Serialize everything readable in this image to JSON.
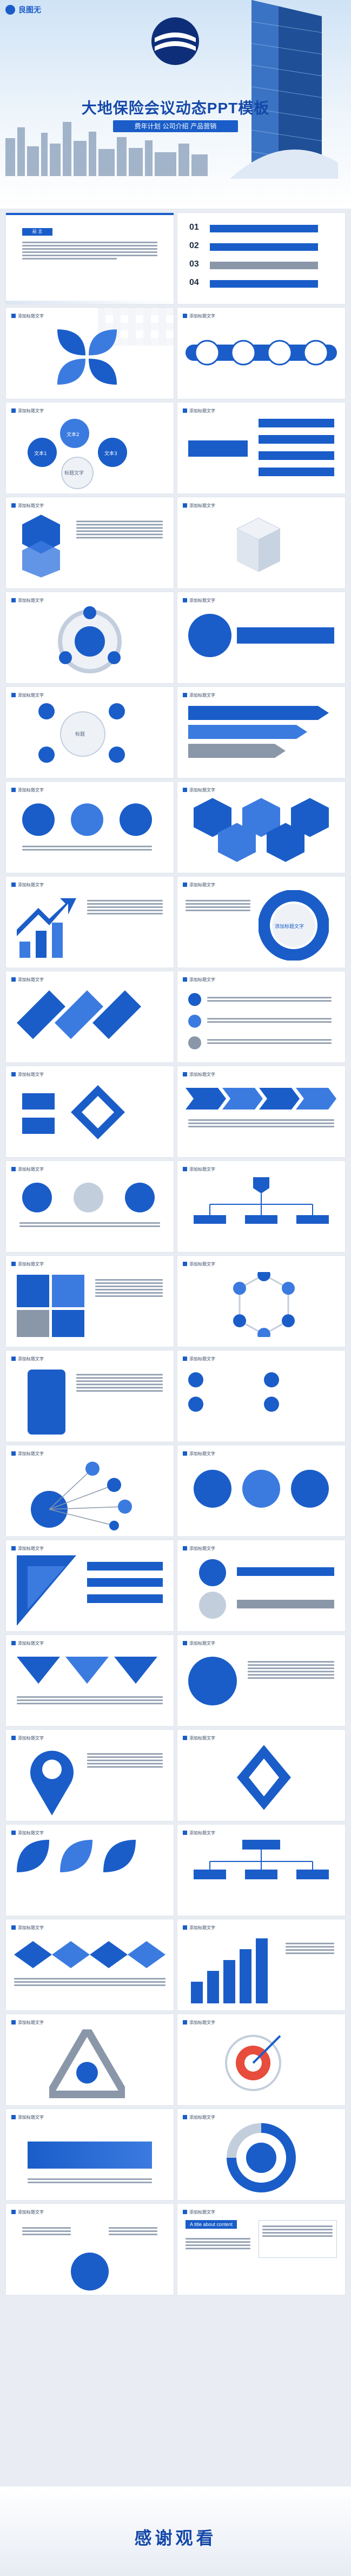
{
  "cover": {
    "brand": "良图无",
    "title": "大地保险会议动态PPT模板",
    "subtitle": "费年计划 公司介绍 产品营销"
  },
  "preface": {
    "title": "前 言"
  },
  "toc": {
    "items": [
      {
        "num": "01"
      },
      {
        "num": "02"
      },
      {
        "num": "03"
      },
      {
        "num": "04"
      }
    ]
  },
  "slide_header": "添加标题文字",
  "text1": "文本1",
  "text2": "文本2",
  "text3": "文本3",
  "title_text": "标题文字",
  "heading_text": "标题",
  "center_text": "添加标题文字",
  "a_title": "A title about content",
  "thanks": "感谢观看",
  "colors": {
    "primary": "#1a5dc9",
    "dark": "#1448a8",
    "gray": "#8a97a9"
  }
}
